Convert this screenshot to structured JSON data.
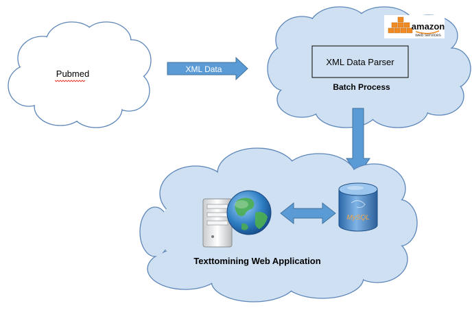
{
  "pubmed": {
    "label": "Pubmed"
  },
  "xml_arrow": {
    "label": "XML Data"
  },
  "batch": {
    "parser_label": "XML Data Parser",
    "title": "Batch Process"
  },
  "aws_logo": {
    "brand": "amazon",
    "subtitle": "web services"
  },
  "webapp": {
    "title": "Texttomining Web Application"
  },
  "database": {
    "label": "MySQL"
  },
  "colors": {
    "cloud_fill": "#cfe0f2",
    "cloud_stroke": "#5b85b8",
    "arrow_fill": "#5b9bd5",
    "arrow_stroke": "#41719c",
    "aws_orange": "#ef8b22"
  }
}
